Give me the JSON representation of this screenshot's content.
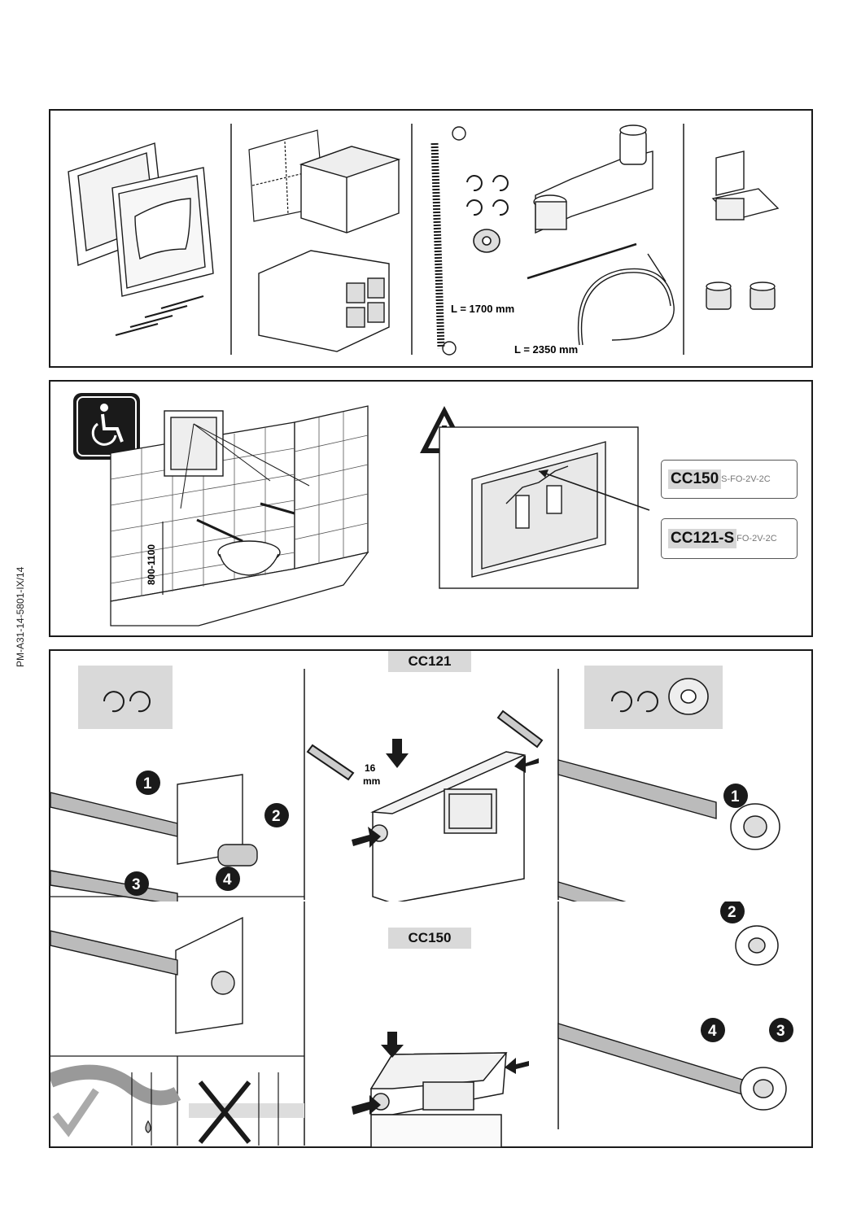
{
  "document_code": "PM-A31-14-5801-IX/14",
  "kit": {
    "spring_length": "L = 1700 mm",
    "cable_length": "L = 2350 mm"
  },
  "accessibility": {
    "height_range": "800-1100",
    "models": [
      {
        "main": "CC150",
        "suffix": "S-FO-2V-2C"
      },
      {
        "main": "CC121-S",
        "suffix": "FO-2V-2C"
      }
    ]
  },
  "install": {
    "cc121_label": "CC121",
    "cc150_label": "CC150",
    "distance_value": "16",
    "distance_unit": "mm",
    "left_steps": [
      "1",
      "2",
      "3",
      "4"
    ],
    "right_steps": [
      "1",
      "2",
      "4",
      "3"
    ]
  },
  "colors": {
    "line": "#1a1a1a",
    "label_bg": "#d9d9d9",
    "step_circle": "#1a1a1a"
  }
}
